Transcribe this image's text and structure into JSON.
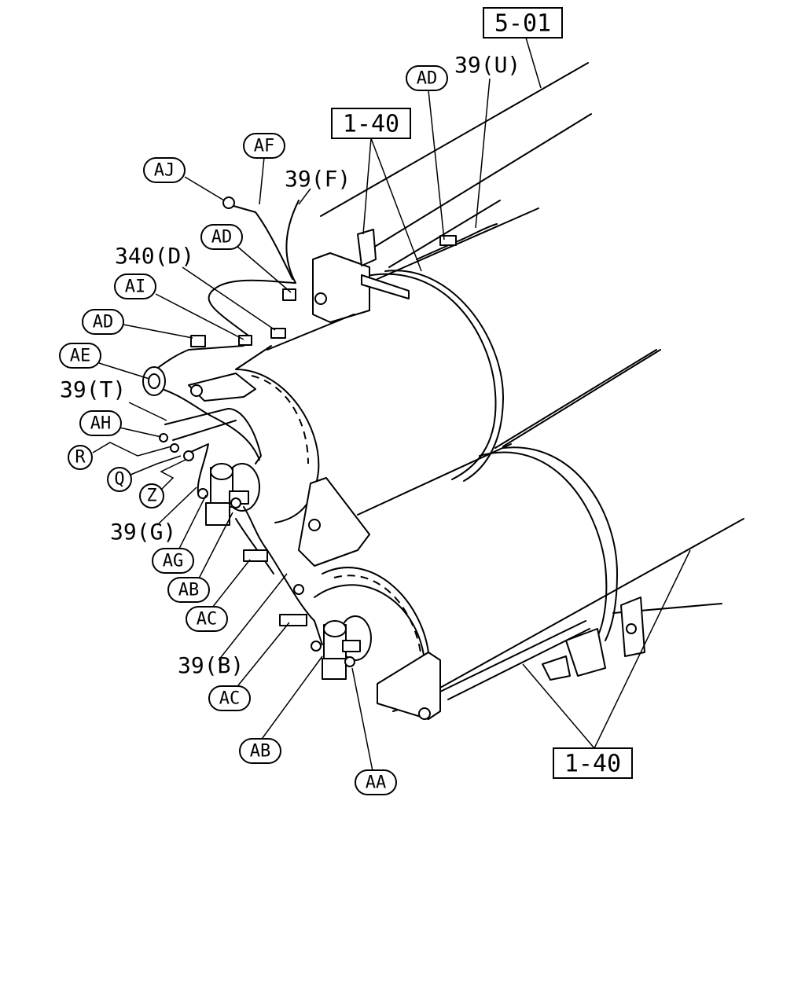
{
  "references": {
    "ref_5_01": "5-01",
    "ref_1_40_top": "1-40",
    "ref_1_40_bottom": "1-40"
  },
  "labels": {
    "l_39U": "39(U)",
    "l_39F": "39(F)",
    "l_340D": "340(D)",
    "l_39T": "39(T)",
    "l_39G": "39(G)",
    "l_39B": "39(B)"
  },
  "callouts": {
    "c_AD_top": "AD",
    "c_AF": "AF",
    "c_AJ": "AJ",
    "c_AD_mid": "AD",
    "c_AI": "AI",
    "c_AD_left": "AD",
    "c_AE": "AE",
    "c_AH": "AH",
    "c_R": "R",
    "c_Q": "Q",
    "c_Z": "Z",
    "c_AG": "AG",
    "c_AB_upper": "AB",
    "c_AC_upper": "AC",
    "c_AC_lower": "AC",
    "c_AB_lower": "AB",
    "c_AA": "AA"
  }
}
